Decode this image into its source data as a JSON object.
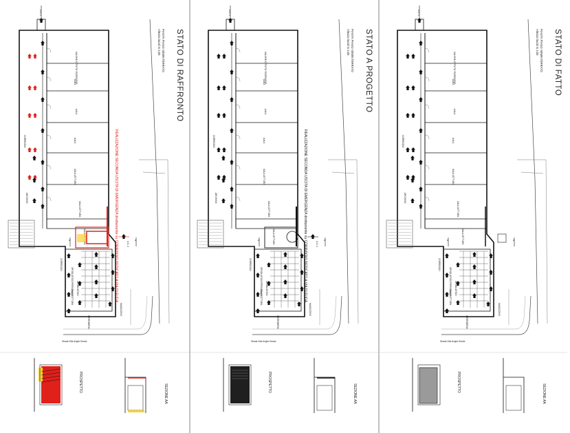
{
  "panels": [
    {
      "id": "raffronto",
      "title": "STATO DI RAFFRONTO",
      "subtitle": "PIANTA PIANO SEMINTERRATO",
      "height_note": "Altezza locali m 3,00",
      "note": "REALIZZAZIONE SECONDA USCITA DI EMERGENZA direttamente su CORRIDOIO DEDICATO A VIA DI FUGA",
      "street": "Strada Villa Anghe Destra",
      "exit_top": "U.S. 1",
      "exit_mid": "U.S. 2",
      "section_label": "SEZIONE AA",
      "elevation_label": "PROSPETTO",
      "rooms": [
        "SALONE ATTIVITA' RICREATIVE",
        "AULA",
        "AULA",
        "AULA",
        "SALA LETTURA",
        "SALA LETTURA",
        "CORRIDOIO",
        "SPOGLIATOIO PERSONALE",
        "SPOGLIATOIO",
        "INFERMERIA",
        "MAGAZZINO",
        "ARCHIVIO"
      ],
      "accent": "#e0201b"
    },
    {
      "id": "progetto",
      "title": "STATO A PROGETTO",
      "subtitle": "PIANTA PIANO SEMINTERRATO",
      "height_note": "Altezza locali m 3,00",
      "note": "REALIZZAZIONE SECONDA USCITA DI EMERGENZA direttamente su CORRIDOIO DEDICATO A VIA DI FUGA",
      "street": "Strada Villa Anghe Destra",
      "exit_top": "U.S. 1",
      "exit_mid": "U.S. 2",
      "section_label": "SEZIONE AA",
      "elevation_label": "PROSPETTO",
      "rooms": [
        "SALONE ATTIVITA' RICREATIVE",
        "AULA",
        "AULA",
        "AULA",
        "SALA LETTURA",
        "SALA LETTURA",
        "CORRIDOIO",
        "SPOGLIATOIO PERSONALE",
        "SPOGLIATOIO",
        "INFERMERIA",
        "MAGAZZINO",
        "ARCHIVIO"
      ],
      "accent": "#222222"
    },
    {
      "id": "fatto",
      "title": "STATO DI FATTO",
      "subtitle": "PIANTA PIANO SEMINTERRATO",
      "height_note": "Altezza locali m 3,00",
      "note": "",
      "street": "Strada Villa Anghe Destra",
      "exit_top": "U.S. 1",
      "exit_mid": "",
      "section_label": "SEZIONE AA",
      "elevation_label": "PROSPETTO",
      "rooms": [
        "SALONE ATTIVITA' RICREATIVE",
        "AULA",
        "AULA",
        "AULA",
        "SALA LETTURA",
        "SALA LETTURA",
        "CORRIDOIO",
        "SPOGLIATOIO PERSONALE",
        "SPOGLIATOIO",
        "INFERMERIA",
        "MAGAZZINO",
        "ARCHIVIO"
      ],
      "accent": "#8c8c8c"
    }
  ]
}
